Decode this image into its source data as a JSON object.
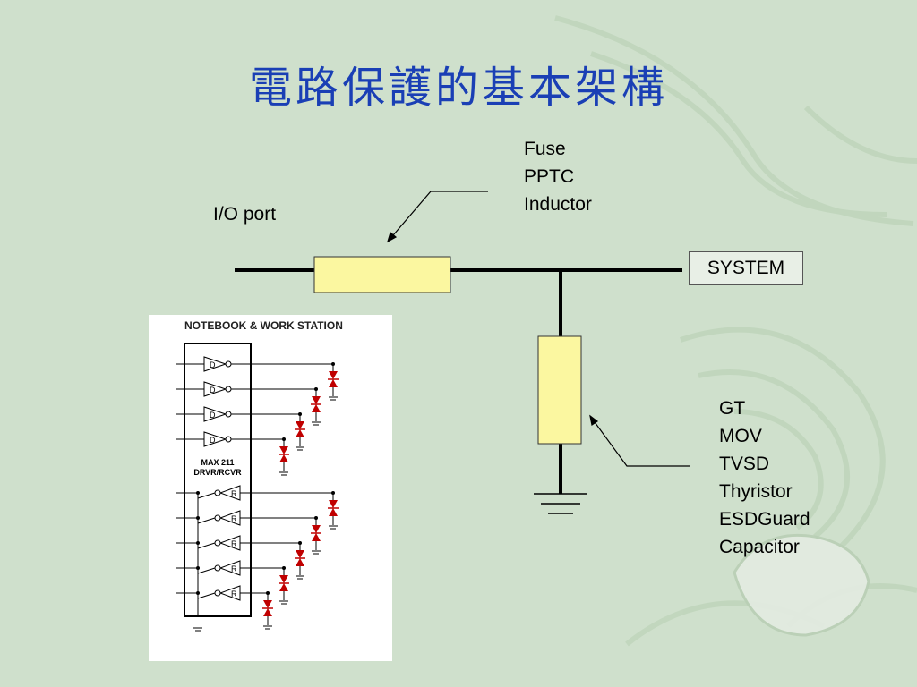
{
  "title": "電路保護的基本架構",
  "labels": {
    "io_port": "I/O port",
    "system": "SYSTEM",
    "series_devices": [
      "Fuse",
      "PPTC",
      "Inductor"
    ],
    "shunt_devices": [
      "GT",
      "MOV",
      "TVSD",
      "Thyristor",
      "ESDGuard",
      "Capacitor"
    ]
  },
  "chip_panel": {
    "header": "NOTEBOOK & WORK STATION",
    "ic_name": "MAX 211",
    "ic_desc": "DRVR/RCVR",
    "driver_label": "D",
    "receiver_label": "R"
  },
  "colors": {
    "title": "#1a3fb5",
    "component_fill": "#fbf7a0",
    "background": "#cfe0cc",
    "tvs": "#c00000"
  }
}
